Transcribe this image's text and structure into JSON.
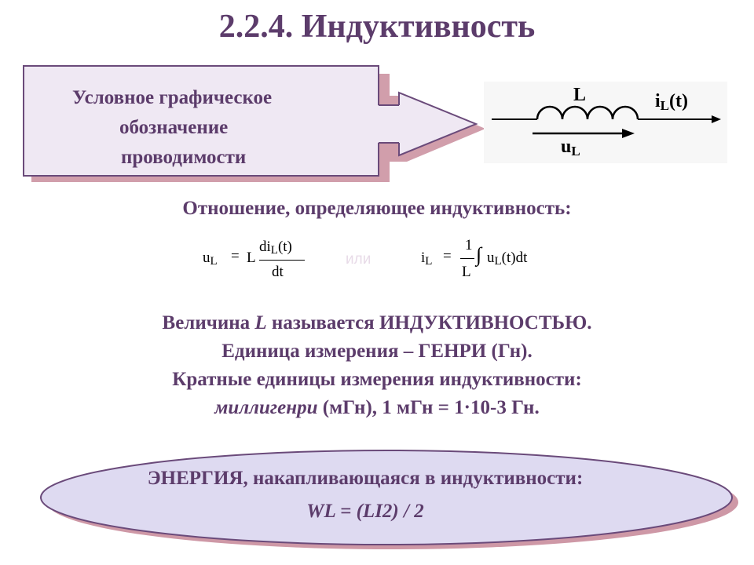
{
  "title": "2.2.4. Индуктивность",
  "callout": {
    "line1": "Условное графическое",
    "line2": "обозначение",
    "line3": "проводимости"
  },
  "circuit": {
    "inductor_label": "L",
    "current_label": "i",
    "current_sub": "L",
    "current_arg": "(t)",
    "voltage_label": "u",
    "voltage_sub": "L"
  },
  "relation_title": "Отношение, определяющее индуктивность:",
  "formula1": {
    "lhs": "u",
    "lhs_sub": "L",
    "eq": "=",
    "coef": "L",
    "num": "di",
    "num_sub": "L",
    "num_arg": "(t)",
    "den": "dt"
  },
  "or_text": "или",
  "formula2": {
    "lhs": "i",
    "lhs_sub": "L",
    "eq": "=",
    "num": "1",
    "den": "L",
    "integral": "∫",
    "var": "u",
    "var_sub": "L",
    "arg": "(t)dt"
  },
  "info": {
    "line1_a": "Величина ",
    "line1_b": "L",
    "line1_c": " называется ИНДУКТИВНОСТЬЮ.",
    "line2": "Единица измерения – ГЕНРИ (Гн).",
    "line3": "Кратные единицы измерения индуктивности:",
    "line4_a": "миллигенри",
    "line4_b": " (мГн), 1 мГн = 1·10-3 Гн."
  },
  "energy": {
    "line1": "ЭНЕРГИЯ, накапливающаяся в индуктивности:",
    "line2": "WL = (LI2) / 2"
  },
  "colors": {
    "text": "#5c3c6b",
    "callout_fill": "#efe8f3",
    "callout_shadow": "#c98d9c",
    "ellipse_fill": "#dedaf1"
  }
}
